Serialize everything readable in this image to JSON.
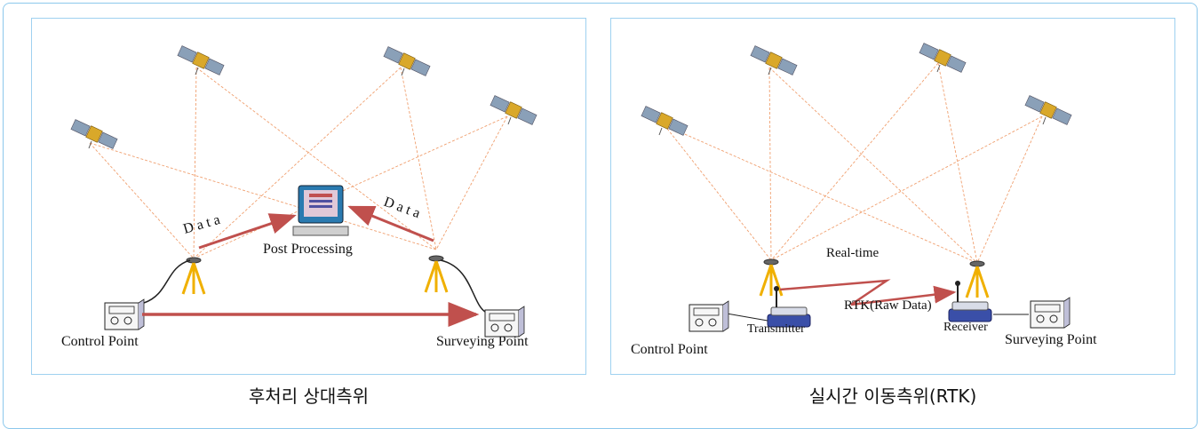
{
  "left_panel": {
    "caption": "후처리 상대측위",
    "post_processing": "Post Processing",
    "data_left": "D a t a",
    "data_right": "D a t a",
    "control_point": "Control Point",
    "surveying_point": "Surveying Point"
  },
  "right_panel": {
    "caption": "실시간 이동측위(RTK)",
    "realtime": "Real-time",
    "rtk": "RTK(Raw Data)",
    "transmitter": "Transmitter",
    "receiver": "Receiver",
    "control_point": "Control Point",
    "surveying_point": "Surveying Point"
  },
  "colors": {
    "frame": "#8cc8ec",
    "signal_line": "#f0a070",
    "arrow": "#c0504d",
    "tripod": "#f0b000"
  }
}
